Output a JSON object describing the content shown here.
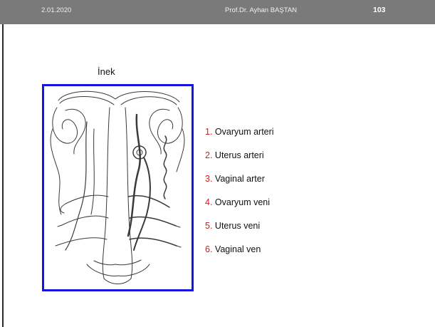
{
  "header": {
    "date": "2.01.2020",
    "author": "Prof.Dr. Ayhan BAŞTAN",
    "page_number": "103"
  },
  "figure": {
    "caption": "İnek"
  },
  "legend": {
    "number_color": "#e01515",
    "items": [
      {
        "num": "1.",
        "label": "Ovaryum arteri"
      },
      {
        "num": "2.",
        "label": "Uterus arteri"
      },
      {
        "num": "3.",
        "label": "Vaginal arter"
      },
      {
        "num": "4.",
        "label": "Ovaryum veni"
      },
      {
        "num": "5.",
        "label": "Uterus veni"
      },
      {
        "num": "6.",
        "label": "Vaginal ven"
      }
    ]
  },
  "colors": {
    "header_bar": "#7a7a7a",
    "frame_border": "#1515e0"
  }
}
